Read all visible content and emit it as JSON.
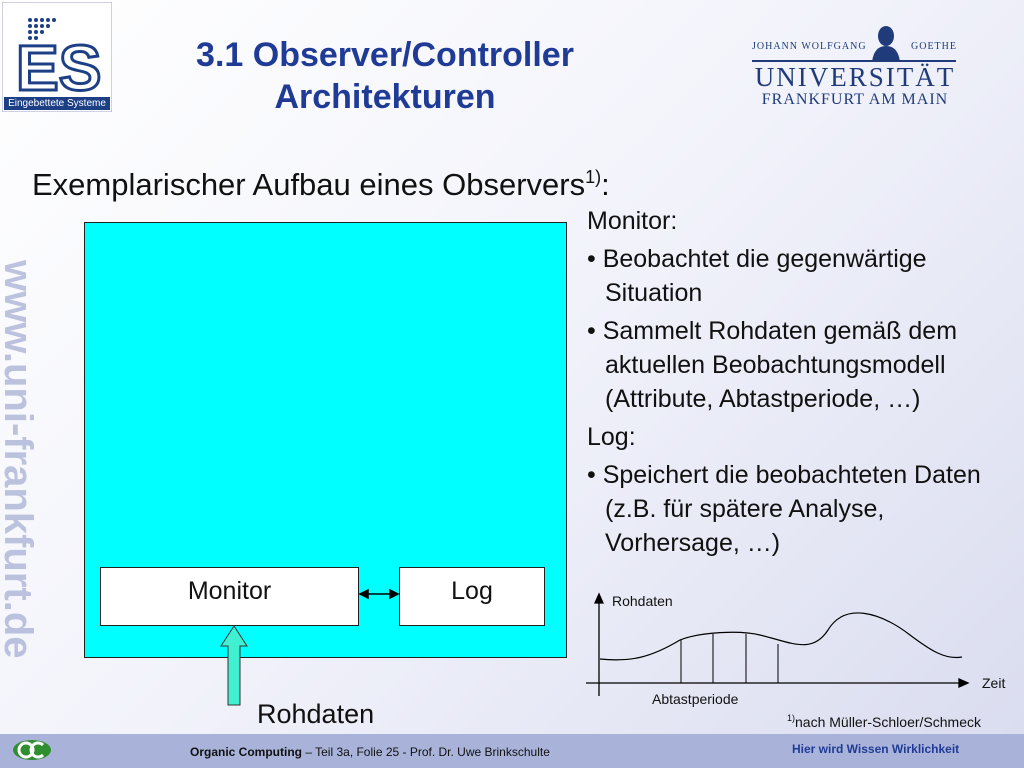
{
  "logo": {
    "caption": "Eingebettete Systeme"
  },
  "title": {
    "line1": "3.1 Observer/Controller",
    "line2": "Architekturen"
  },
  "university": {
    "top_left": "JOHANN WOLFGANG",
    "top_right": "GOETHE",
    "name": "UNIVERSITÄT",
    "city": "FRANKFURT AM MAIN"
  },
  "watermark": "www.uni-frankfurt.de",
  "subtitle": {
    "text": "Exemplarischer Aufbau eines Observers",
    "sup": "1)",
    "colon": ":"
  },
  "diagram": {
    "monitor": "Monitor",
    "log": "Log",
    "input": "Rohdaten"
  },
  "right_text": {
    "monitor_head": "Monitor:",
    "monitor_b1": "• Beobachtet die gegenwärtige Situation",
    "monitor_b2": "• Sammelt Rohdaten gemäß dem aktuellen Beobachtungsmodell (Attribute, Abtastperiode, …)",
    "log_head": "Log:",
    "log_b1": "• Speichert die beobachteten Daten (z.B. für spätere Analyse, Vorhersage, …)"
  },
  "graph": {
    "y_label": "Rohdaten",
    "x_label": "Zeit",
    "sample_label": "Abtastperiode"
  },
  "footnote": {
    "sup": "1)",
    "text": "nach Müller-Schloer/Schmeck"
  },
  "footer": {
    "course": "Organic Computing",
    "rest": " – Teil 3a, Folie 25 -  Prof. Dr. Uwe Brinkschulte",
    "slogan": "Hier wird Wissen Wirklichkeit"
  },
  "colors": {
    "title": "#1f3b96",
    "observer_box": "#00ffff",
    "footer": "#a9b3d9"
  }
}
